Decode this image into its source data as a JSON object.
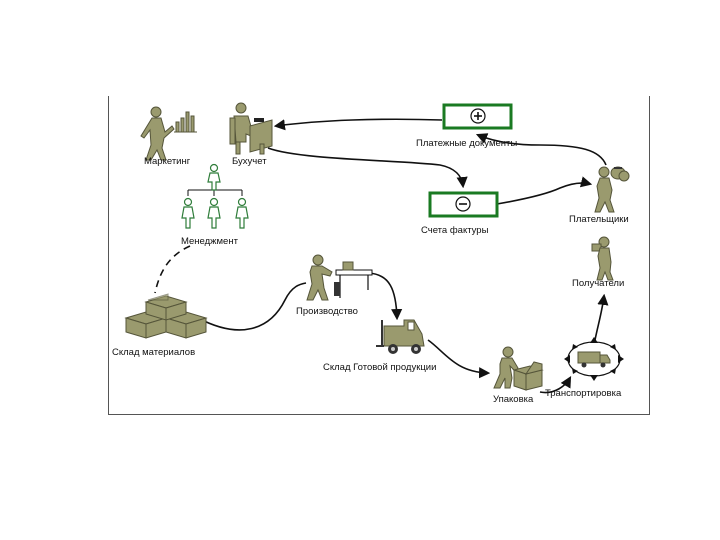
{
  "labels": {
    "marketing": "Маркетинг",
    "accounting": "Бухучет",
    "management": "Менеджмент",
    "payment_docs": "Платежные документы",
    "invoices": "Счета фактуры",
    "payers": "Плательщики",
    "recipients": "Получатели",
    "materials_warehouse": "Склад материалов",
    "production": "Производство",
    "finished_goods_warehouse": "Склад Готовой продукции",
    "packaging": "Упаковка",
    "transportation": "Транспортировка"
  },
  "colors": {
    "figure": "#9a9a6e",
    "staff": "#2f7d3a",
    "document_border": "#1a7a22"
  },
  "icons": {
    "payment_docs": "plus-sign-icon",
    "invoices": "minus-sign-icon"
  }
}
